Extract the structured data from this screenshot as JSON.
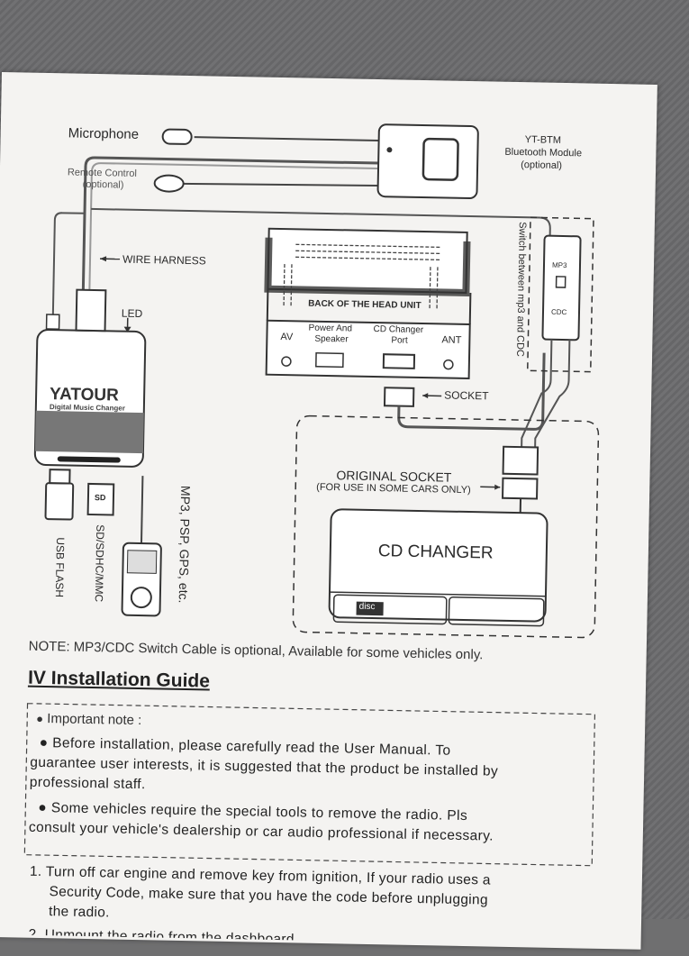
{
  "diagram": {
    "microphone": "Microphone",
    "remote_control": "Remote Control",
    "remote_optional": "(optional)",
    "bt_module_name": "YT-BTM",
    "bt_module_desc": "Bluetooth Module",
    "bt_module_optional": "(optional)",
    "wire_harness": "WIRE HARNESS",
    "led": "LED",
    "back_of_head_unit": "BACK OF THE HEAD UNIT",
    "av": "AV",
    "power_speaker_1": "Power And",
    "power_speaker_2": "Speaker",
    "cd_changer_port_1": "CD Changer",
    "cd_changer_port_2": "Port",
    "ant": "ANT",
    "socket": "SOCKET",
    "switch_text": "Switch between mp3 and CDC",
    "mp3": "MP3",
    "cdc": "CDC",
    "yatour_logo": "YATOUR",
    "yatour_sub": "Digital Music Changer",
    "original_socket": "ORIGINAL SOCKET",
    "original_socket_note": "(FOR USE IN SOME CARS ONLY)",
    "cd_changer": "CD CHANGER",
    "disc": "disc",
    "usb_flash": "USB FLASH",
    "sd_card": "SD/SDHC/MMC",
    "mp3_players": "MP3, PSP, GPS, etc.",
    "sd_badge": "SD"
  },
  "note": "NOTE: MP3/CDC Switch Cable is optional, Available for some vehicles only.",
  "guide": {
    "title": "IV Installation Guide",
    "important_note": "Important note :",
    "bullet1_line1": "● Before installation, please carefully read the User Manual. To",
    "bullet1_line2": "guarantee user interests, it is suggested that the product be installed by",
    "bullet1_line3": "professional staff.",
    "bullet2_line1": "● Some vehicles require the special tools to remove the radio. Pls",
    "bullet2_line2": "consult your vehicle's dealership or car audio professional if necessary.",
    "step1_line1": "1. Turn off car engine and remove key from ignition, If your radio uses a",
    "step1_line2": "Security Code, make sure that you have the code before unplugging",
    "step1_line3": "the radio.",
    "step2_partial": "2. Unmount the radio from the dashboard"
  }
}
